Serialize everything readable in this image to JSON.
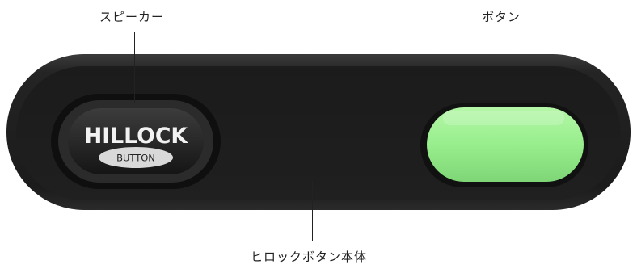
{
  "labels": {
    "speaker": "スピーカー",
    "button": "ボタン",
    "body": "ヒロックボタン本体"
  },
  "logo": {
    "brand": "HILLOCK",
    "sub": "BUTTON"
  },
  "colors": {
    "body": "#1e1e1e",
    "button_green": "#99f08f"
  }
}
